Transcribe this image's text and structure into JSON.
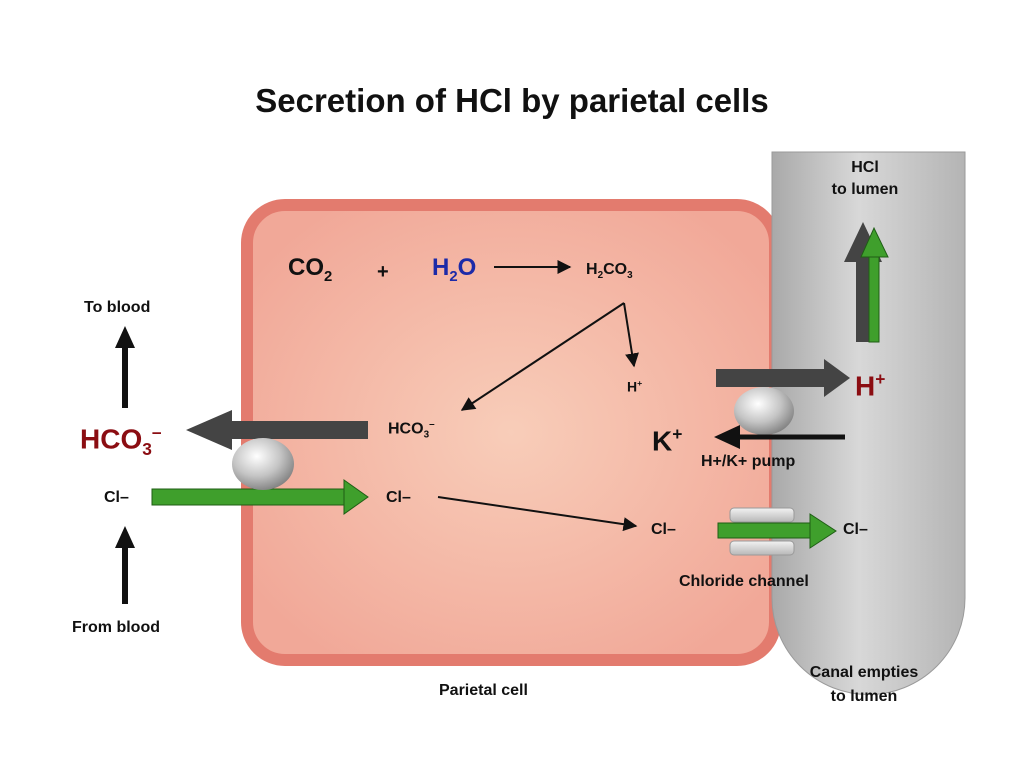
{
  "title": "Secretion of HCl by parietal cells",
  "colors": {
    "cell_fill": "#f4b5a3",
    "cell_border": "#e37b6e",
    "canal_gray": "#bfbfbf",
    "arrow_dark": "#444444",
    "arrow_green": "#3f9f2c",
    "highlight_red": "#8b0d12",
    "highlight_blue": "#1c2aa8"
  },
  "labels": {
    "hcl_line1": "HCl",
    "hcl_line2": "to lumen",
    "to_blood": "To blood",
    "from_blood": "From blood",
    "hco3_out_base": "HCO",
    "hco3_out_sub": "3",
    "hco3_out_sup": "–",
    "cl_left": "Cl–",
    "co2_base": "CO",
    "co2_sub": "2",
    "plus": "+",
    "h2o_h": "H",
    "h2o_sub": "2",
    "h2o_o": "O",
    "h2co3_h": "H",
    "h2co3_sub1": "2",
    "h2co3_co": "CO",
    "h2co3_sub2": "3",
    "h_plus_cell_base": "H",
    "h_plus_cell_sup": "+",
    "hco3_in_base": "HCO",
    "hco3_in_sub": "3",
    "hco3_in_sup": "–",
    "cl_in_left": "Cl–",
    "cl_in_right": "Cl–",
    "cl_lumen": "Cl–",
    "k_plus_base": "K",
    "k_plus_sup": "+",
    "h_plus_out_base": "H",
    "h_plus_out_sup": "+",
    "pump": "H+/K+ pump",
    "chloride_channel": "Chloride channel",
    "canal_line1": "Canal empties",
    "canal_line2": "to lumen",
    "parietal_cell": "Parietal cell"
  }
}
